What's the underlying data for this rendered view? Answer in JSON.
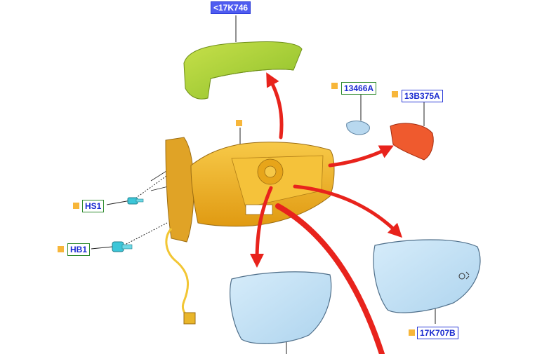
{
  "callouts": {
    "cover": "<17K746",
    "bulb": "13466A",
    "lamp": "13B375A",
    "screw_small": "HS1",
    "screw_large": "HB1",
    "glass_right": "17K707B"
  },
  "icons": {
    "marker": "orange-square-marker",
    "arrow": "red-curved-arrow",
    "blind_spot": "blind-spot-warning-icon"
  },
  "colors": {
    "housing": "#f2b01e",
    "cover": "#a6d13a",
    "lamp": "#ef5a2e",
    "bulb": "#b8d8ef",
    "glass": "#c7e3f5",
    "arrow": "#e8231c",
    "callout_border": "#2a3ad8",
    "callout_border_green": "#2d8a2d",
    "marker": "#f7b63a",
    "bracket": "#e0a326",
    "harness": "#f2c634",
    "screw": "#3cc6d8"
  }
}
